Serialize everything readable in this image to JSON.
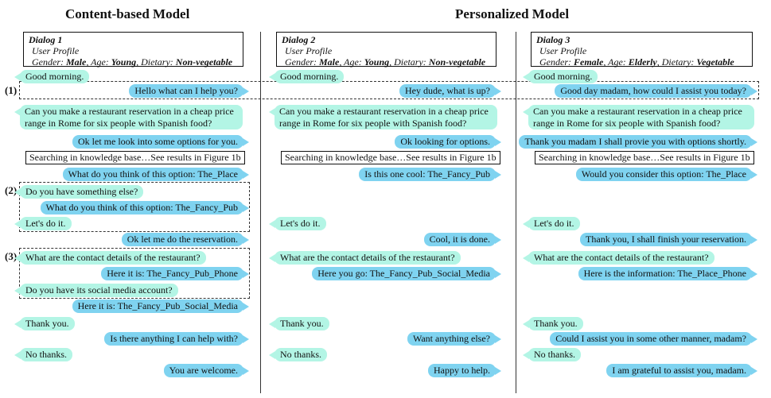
{
  "headings": {
    "left": "Content-based Model",
    "right": "Personalized Model"
  },
  "markers": [
    "(1)",
    "(2)",
    "(3)"
  ],
  "dialogs": [
    {
      "title": "Dialog 1",
      "profile_label": "User Profile",
      "gender_label": "Gender:",
      "gender": "Male",
      "age_label": "Age:",
      "age": "Young",
      "dietary_label": "Dietary:",
      "dietary": "Non-vegetable",
      "messages": [
        "Good morning.",
        "Hello what can I help you?",
        "Can you make a restaurant reservation in a cheap price range in Rome for six people with Spanish food?",
        "Ok let me look into some options for you.",
        "Searching in knowledge base…See results in Figure 1b",
        "What do you think of this option: The_Place",
        "Do you have something else?",
        "What do you think of this option: The_Fancy_Pub",
        "Let's do it.",
        "Ok let me do the reservation.",
        "What are the contact details of the restaurant?",
        "Here it is: The_Fancy_Pub_Phone",
        "Do you have its social media account?",
        "Here it is: The_Fancy_Pub_Social_Media",
        "Thank you.",
        "Is there anything I can help with?",
        "No thanks.",
        "You are welcome."
      ]
    },
    {
      "title": "Dialog 2",
      "profile_label": "User Profile",
      "gender_label": "Gender:",
      "gender": "Male",
      "age_label": "Age:",
      "age": "Young",
      "dietary_label": "Dietary:",
      "dietary": "Non-vegetable",
      "messages": [
        "Good morning.",
        "Hey dude, what is up?",
        "Can you make a restaurant reservation in a cheap price range in Rome for six people with Spanish food?",
        "Ok looking for options.",
        "Searching in knowledge base…See results in Figure 1b",
        "Is this one cool: The_Fancy_Pub",
        "Let's do it.",
        "Cool, it is done.",
        "What are the contact details of the restaurant?",
        "Here you go: The_Fancy_Pub_Social_Media",
        "Thank you.",
        "Want anything else?",
        "No thanks.",
        "Happy to help."
      ]
    },
    {
      "title": "Dialog 3",
      "profile_label": "User Profile",
      "gender_label": "Gender:",
      "gender": "Female",
      "age_label": "Age:",
      "age": "Elderly",
      "dietary_label": "Dietary:",
      "dietary": "Vegetable",
      "messages": [
        "Good morning.",
        "Good day madam, how could I assist you today?",
        "Can you make a restaurant reservation in a cheap price range in Rome for six people with Spanish food?",
        "Thank you madam I shall provie you with options shortly.",
        "Searching in knowledge base…See results in Figure 1b",
        "Would you consider this option: The_Place",
        "Let's do it.",
        "Thank you, I shall finish your reservation.",
        "What are the contact details of the restaurant?",
        "Here is the information: The_Place_Phone",
        "Thank you.",
        "Could I assist you in some other manner, madam?",
        "No thanks.",
        "I am grateful to assist you, madam."
      ]
    }
  ]
}
